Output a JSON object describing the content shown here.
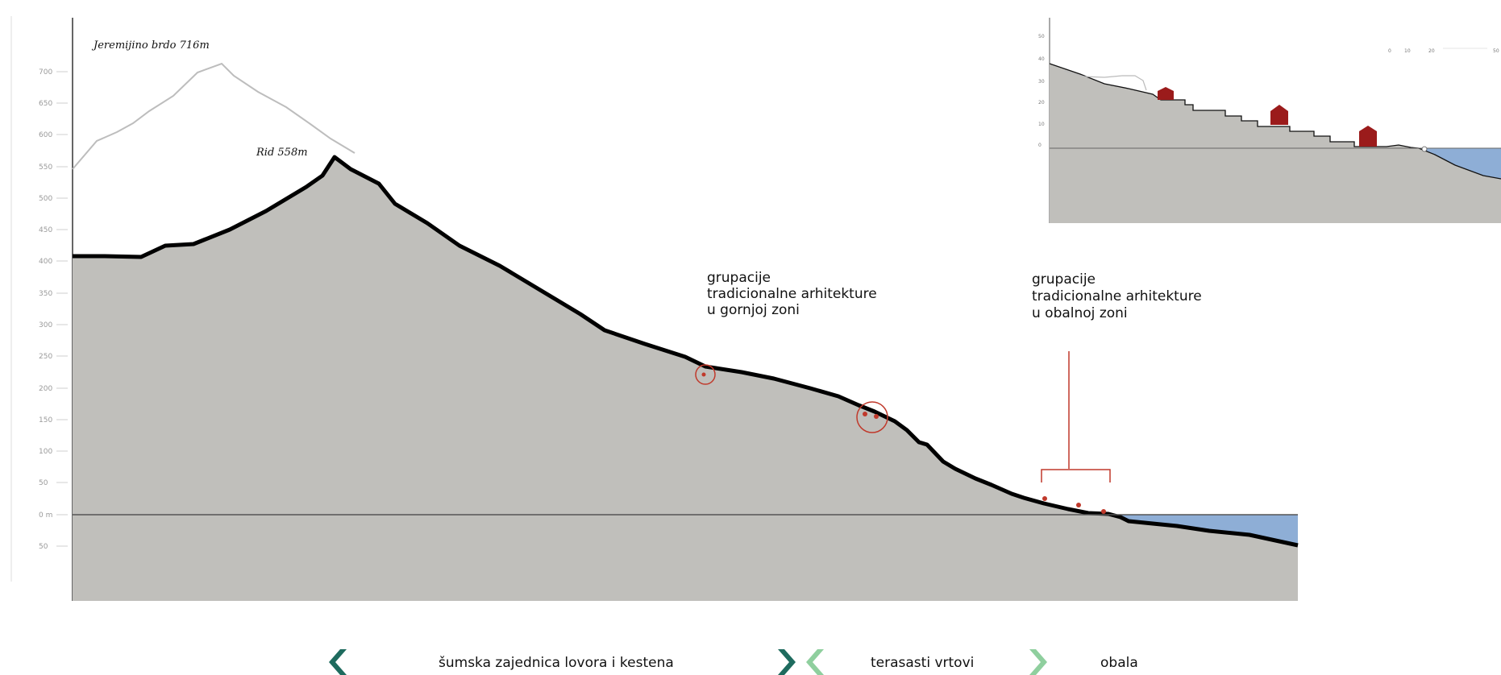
{
  "y_axis": {
    "ticks": [
      "700",
      "650",
      "600",
      "550",
      "500",
      "450",
      "400",
      "350",
      "300",
      "250",
      "200",
      "150",
      "100",
      "50",
      "0 m",
      "50"
    ]
  },
  "peaks": {
    "jeremijino": "Jeremijino brdo 716m",
    "rid": "Rid 558m"
  },
  "annotations": {
    "upper": [
      "grupacije",
      "tradicionalne arhitekture",
      "u gornjoj zoni"
    ],
    "coastal": [
      "grupacije",
      "tradicionalne arhitekture",
      "u obalnoj zoni"
    ]
  },
  "inset": {
    "y_ticks": [
      "50",
      "40",
      "30",
      "20",
      "10",
      "0"
    ],
    "scale_labels": [
      "0",
      "10",
      "20",
      "50"
    ]
  },
  "zones": [
    {
      "label": "šumska zajednica lovora i kestena"
    },
    {
      "label": "terasasti vrtovi"
    },
    {
      "label": "obala"
    }
  ],
  "colors": {
    "terrain": "#c0bfbb",
    "sea": "#8eaed6",
    "profile": "#000000",
    "marker": "#c0392b",
    "house": "#9b1b1b",
    "chevron_dark": "#1e6b5e",
    "chevron_light": "#8fcf9e"
  }
}
